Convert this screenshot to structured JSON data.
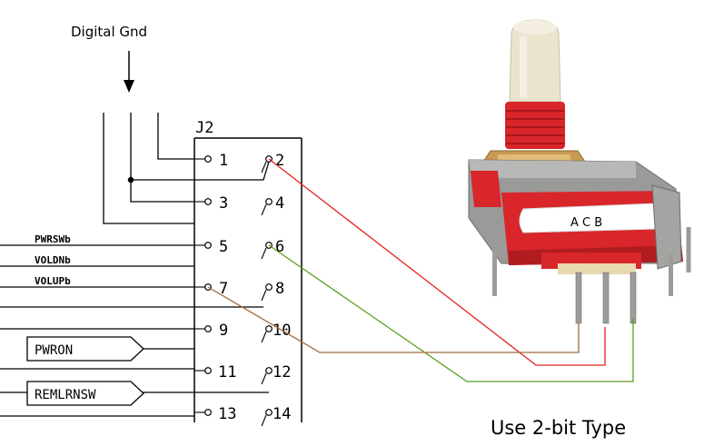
{
  "top_label": "Digital Gnd",
  "connector": {
    "name": "J2",
    "pins": [
      "1",
      "2",
      "3",
      "4",
      "5",
      "6",
      "7",
      "8",
      "9",
      "10",
      "11",
      "12",
      "13",
      "14"
    ]
  },
  "signals": [
    "PWRSWb",
    "VOLDNb",
    "VOLUPb"
  ],
  "ports": [
    "PWRON",
    "REMLRNSW"
  ],
  "encoder_marking": "A C B",
  "caption": "Use 2-bit Type",
  "colors": {
    "wire_red": "#e8201c",
    "wire_green": "#5aa01e",
    "wire_brown": "#a06a3c",
    "encoder_red": "#d8262a",
    "encoder_cream": "#eae4cf",
    "encoder_brass": "#c89a52",
    "encoder_metal": "#9a9a98"
  }
}
